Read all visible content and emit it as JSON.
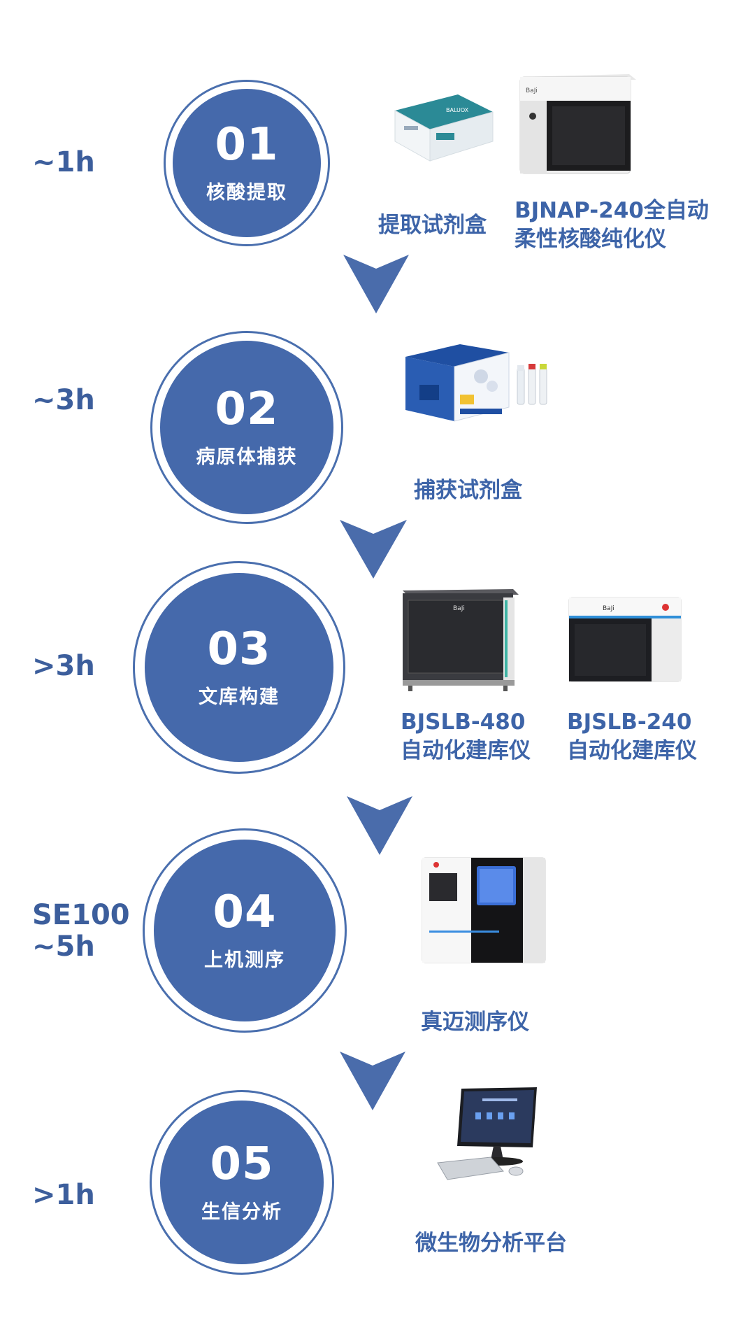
{
  "colors": {
    "primary": "#4569ab",
    "ring": "#4a6fae",
    "text": "#3d64a8",
    "time": "#3c5e9c",
    "arrow": "#4a6cab"
  },
  "steps": [
    {
      "number": "01",
      "name": "核酸提取",
      "time": [
        "~1h"
      ],
      "products": [
        {
          "label": [
            "提取试剂盒"
          ],
          "icon": "reagent-kit-box-icon"
        },
        {
          "label": [
            "BJNAP-240全自动",
            "柔性核酸纯化仪"
          ],
          "icon": "nucleic-acid-purifier-icon"
        }
      ]
    },
    {
      "number": "02",
      "name": "病原体捕获",
      "time": [
        "~3h"
      ],
      "products": [
        {
          "label": [
            "捕获试剂盒"
          ],
          "icon": "capture-kit-with-tubes-icon"
        }
      ]
    },
    {
      "number": "03",
      "name": "文库构建",
      "time": [
        ">3h"
      ],
      "products": [
        {
          "label": [
            "BJSLB-480",
            "自动化建库仪"
          ],
          "icon": "library-prep-480-icon"
        },
        {
          "label": [
            "BJSLB-240",
            "自动化建库仪"
          ],
          "icon": "library-prep-240-icon"
        }
      ]
    },
    {
      "number": "04",
      "name": "上机测序",
      "time": [
        "SE100",
        "~5h"
      ],
      "products": [
        {
          "label": [
            "真迈测序仪"
          ],
          "icon": "sequencer-icon"
        }
      ]
    },
    {
      "number": "05",
      "name": "生信分析",
      "time": [
        ">1h"
      ],
      "products": [
        {
          "label": [
            "微生物分析平台"
          ],
          "icon": "analysis-computer-icon"
        }
      ]
    }
  ]
}
